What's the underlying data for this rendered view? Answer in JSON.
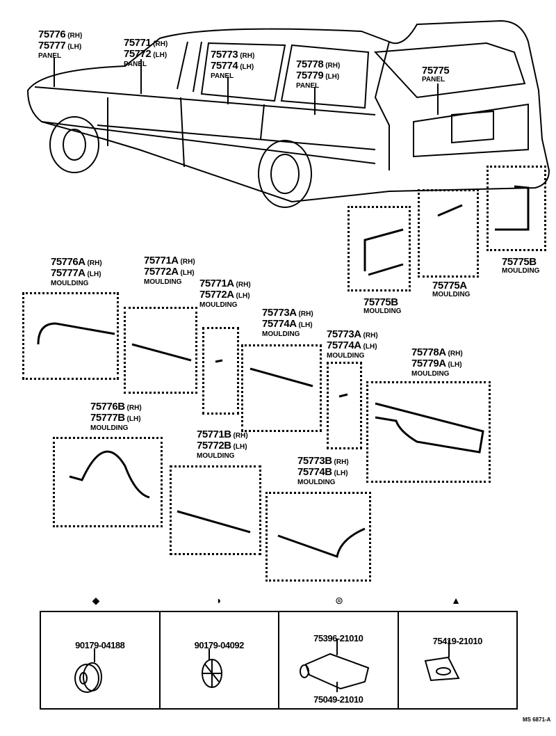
{
  "callouts": [
    {
      "id": "panel-1",
      "rh": "75776",
      "lh": "75777",
      "rh_tag": "(RH)",
      "lh_tag": "(LH)",
      "name": "PANEL"
    },
    {
      "id": "panel-2",
      "rh": "75771",
      "lh": "75772",
      "rh_tag": "(RH)",
      "lh_tag": "(LH)",
      "name": "PANEL"
    },
    {
      "id": "panel-3",
      "rh": "75773",
      "lh": "75774",
      "rh_tag": "(RH)",
      "lh_tag": "(LH)",
      "name": "PANEL"
    },
    {
      "id": "panel-4",
      "rh": "75778",
      "lh": "75779",
      "rh_tag": "(RH)",
      "lh_tag": "(LH)",
      "name": "PANEL"
    },
    {
      "id": "panel-5",
      "rh": "75775",
      "name": "PANEL"
    },
    {
      "id": "m-75775B-a",
      "rh": "75775B",
      "name": "MOULDING"
    },
    {
      "id": "m-75775A",
      "rh": "75775A",
      "name": "MOULDING"
    },
    {
      "id": "m-75775B-b",
      "rh": "75775B",
      "name": "MOULDING"
    },
    {
      "id": "m-75776A",
      "rh": "75776A",
      "lh": "75777A",
      "rh_tag": "(RH)",
      "lh_tag": "(LH)",
      "name": "MOULDING"
    },
    {
      "id": "m-75771A-a",
      "rh": "75771A",
      "lh": "75772A",
      "rh_tag": "(RH)",
      "lh_tag": "(LH)",
      "name": "MOULDING"
    },
    {
      "id": "m-75771A-b",
      "rh": "75771A",
      "lh": "75772A",
      "rh_tag": "(RH)",
      "lh_tag": "(LH)",
      "name": "MOULDING"
    },
    {
      "id": "m-75773A-a",
      "rh": "75773A",
      "lh": "75774A",
      "rh_tag": "(RH)",
      "lh_tag": "(LH)",
      "name": "MOULDING"
    },
    {
      "id": "m-75773A-b",
      "rh": "75773A",
      "lh": "75774A",
      "rh_tag": "(RH)",
      "lh_tag": "(LH)",
      "name": "MOULDING"
    },
    {
      "id": "m-75778A",
      "rh": "75778A",
      "lh": "75779A",
      "rh_tag": "(RH)",
      "lh_tag": "(LH)",
      "name": "MOULDING"
    },
    {
      "id": "m-75776B",
      "rh": "75776B",
      "lh": "75777B",
      "rh_tag": "(RH)",
      "lh_tag": "(LH)",
      "name": "MOULDING"
    },
    {
      "id": "m-75771B",
      "rh": "75771B",
      "lh": "75772B",
      "rh_tag": "(RH)",
      "lh_tag": "(LH)",
      "name": "MOULDING"
    },
    {
      "id": "m-75773B",
      "rh": "75773B",
      "lh": "75774B",
      "rh_tag": "(RH)",
      "lh_tag": "(LH)",
      "name": "MOULDING"
    }
  ],
  "fasteners": [
    {
      "symbol": "◆",
      "icon": "diamond-square-icon",
      "part": "90179-04188"
    },
    {
      "symbol": "◑",
      "icon": "half-circle-icon",
      "part": "90179-04092"
    },
    {
      "symbol": "⊜",
      "icon": "clip-circle-icon",
      "part": "75396-21010",
      "part2": "75049-21010"
    },
    {
      "symbol": "▲",
      "icon": "triangle-circle-icon",
      "part": "75419-21010"
    }
  ],
  "reference_code": "MS 6871-A"
}
